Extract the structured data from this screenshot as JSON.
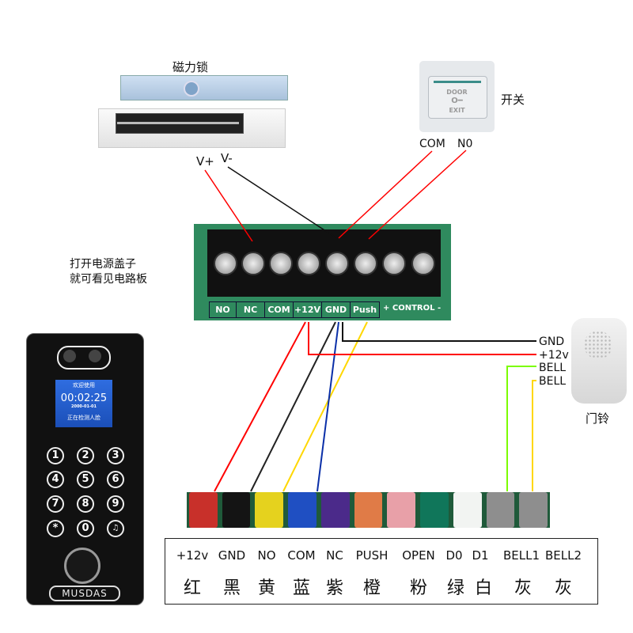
{
  "lock": {
    "label": "磁力锁",
    "v_plus": "V+",
    "v_minus": "V-"
  },
  "exit_switch": {
    "label": "开关",
    "door_text": "DOOR",
    "exit_text": "EXIT",
    "com": "COM",
    "no": "N0"
  },
  "board": {
    "note_line1": "打开电源盖子",
    "note_line2": "就可看见电路板",
    "terminals": [
      "NO",
      "NC",
      "COM",
      "+12V",
      "GND",
      "Push"
    ],
    "control_label": "+ CONTROL -"
  },
  "doorbell": {
    "label": "门铃",
    "pins": [
      "GND",
      "+12v",
      "BELL",
      "BELL"
    ]
  },
  "device": {
    "screen_welcome": "欢迎使用",
    "screen_time": "00:02:25",
    "screen_date": "2000-01-01",
    "screen_status": "正在检测人脸",
    "keys": [
      "1",
      "2",
      "3",
      "4",
      "5",
      "6",
      "7",
      "8",
      "9",
      "*",
      "0",
      "bell"
    ],
    "brand": "MUSDAS"
  },
  "wire_colors": [
    "#c8302a",
    "#141414",
    "#e5d21e",
    "#1f4fc2",
    "#4b2a8a",
    "#e07b47",
    "#e8a0a8",
    "#10765a",
    "#f2f4f2",
    "#8e8e8e",
    "#8e8e8e"
  ],
  "wire_table": {
    "signals": [
      "+12v",
      "GND",
      "NO",
      "COM",
      "NC",
      "PUSH",
      "OPEN",
      "D0",
      "D1",
      "BELL1",
      "BELL2"
    ],
    "colors_cn": [
      "红",
      "黑",
      "黄",
      "蓝",
      "紫",
      "橙",
      "粉",
      "绿",
      "白",
      "灰",
      "灰"
    ]
  },
  "line_colors": {
    "red": "#ff0000",
    "black": "#111111",
    "yellow": "#ffd700",
    "blue": "#0a2fa8",
    "green": "#7cfc00"
  }
}
